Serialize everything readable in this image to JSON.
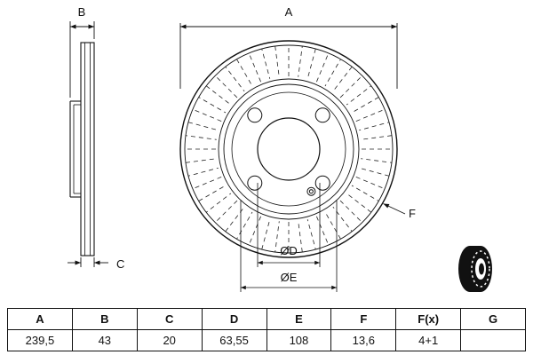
{
  "drawing": {
    "dim_a": "A",
    "dim_b": "B",
    "dim_c": "C",
    "dim_f": "F",
    "dim_d": "ØD",
    "dim_e": "ØE"
  },
  "table": {
    "headers": [
      "A",
      "B",
      "C",
      "D",
      "E",
      "F",
      "F(x)",
      "G"
    ],
    "values": [
      "239,5",
      "43",
      "20",
      "63,55",
      "108",
      "13,6",
      "4+1",
      ""
    ]
  },
  "colors": {
    "line": "#111111",
    "background": "#ffffff"
  }
}
